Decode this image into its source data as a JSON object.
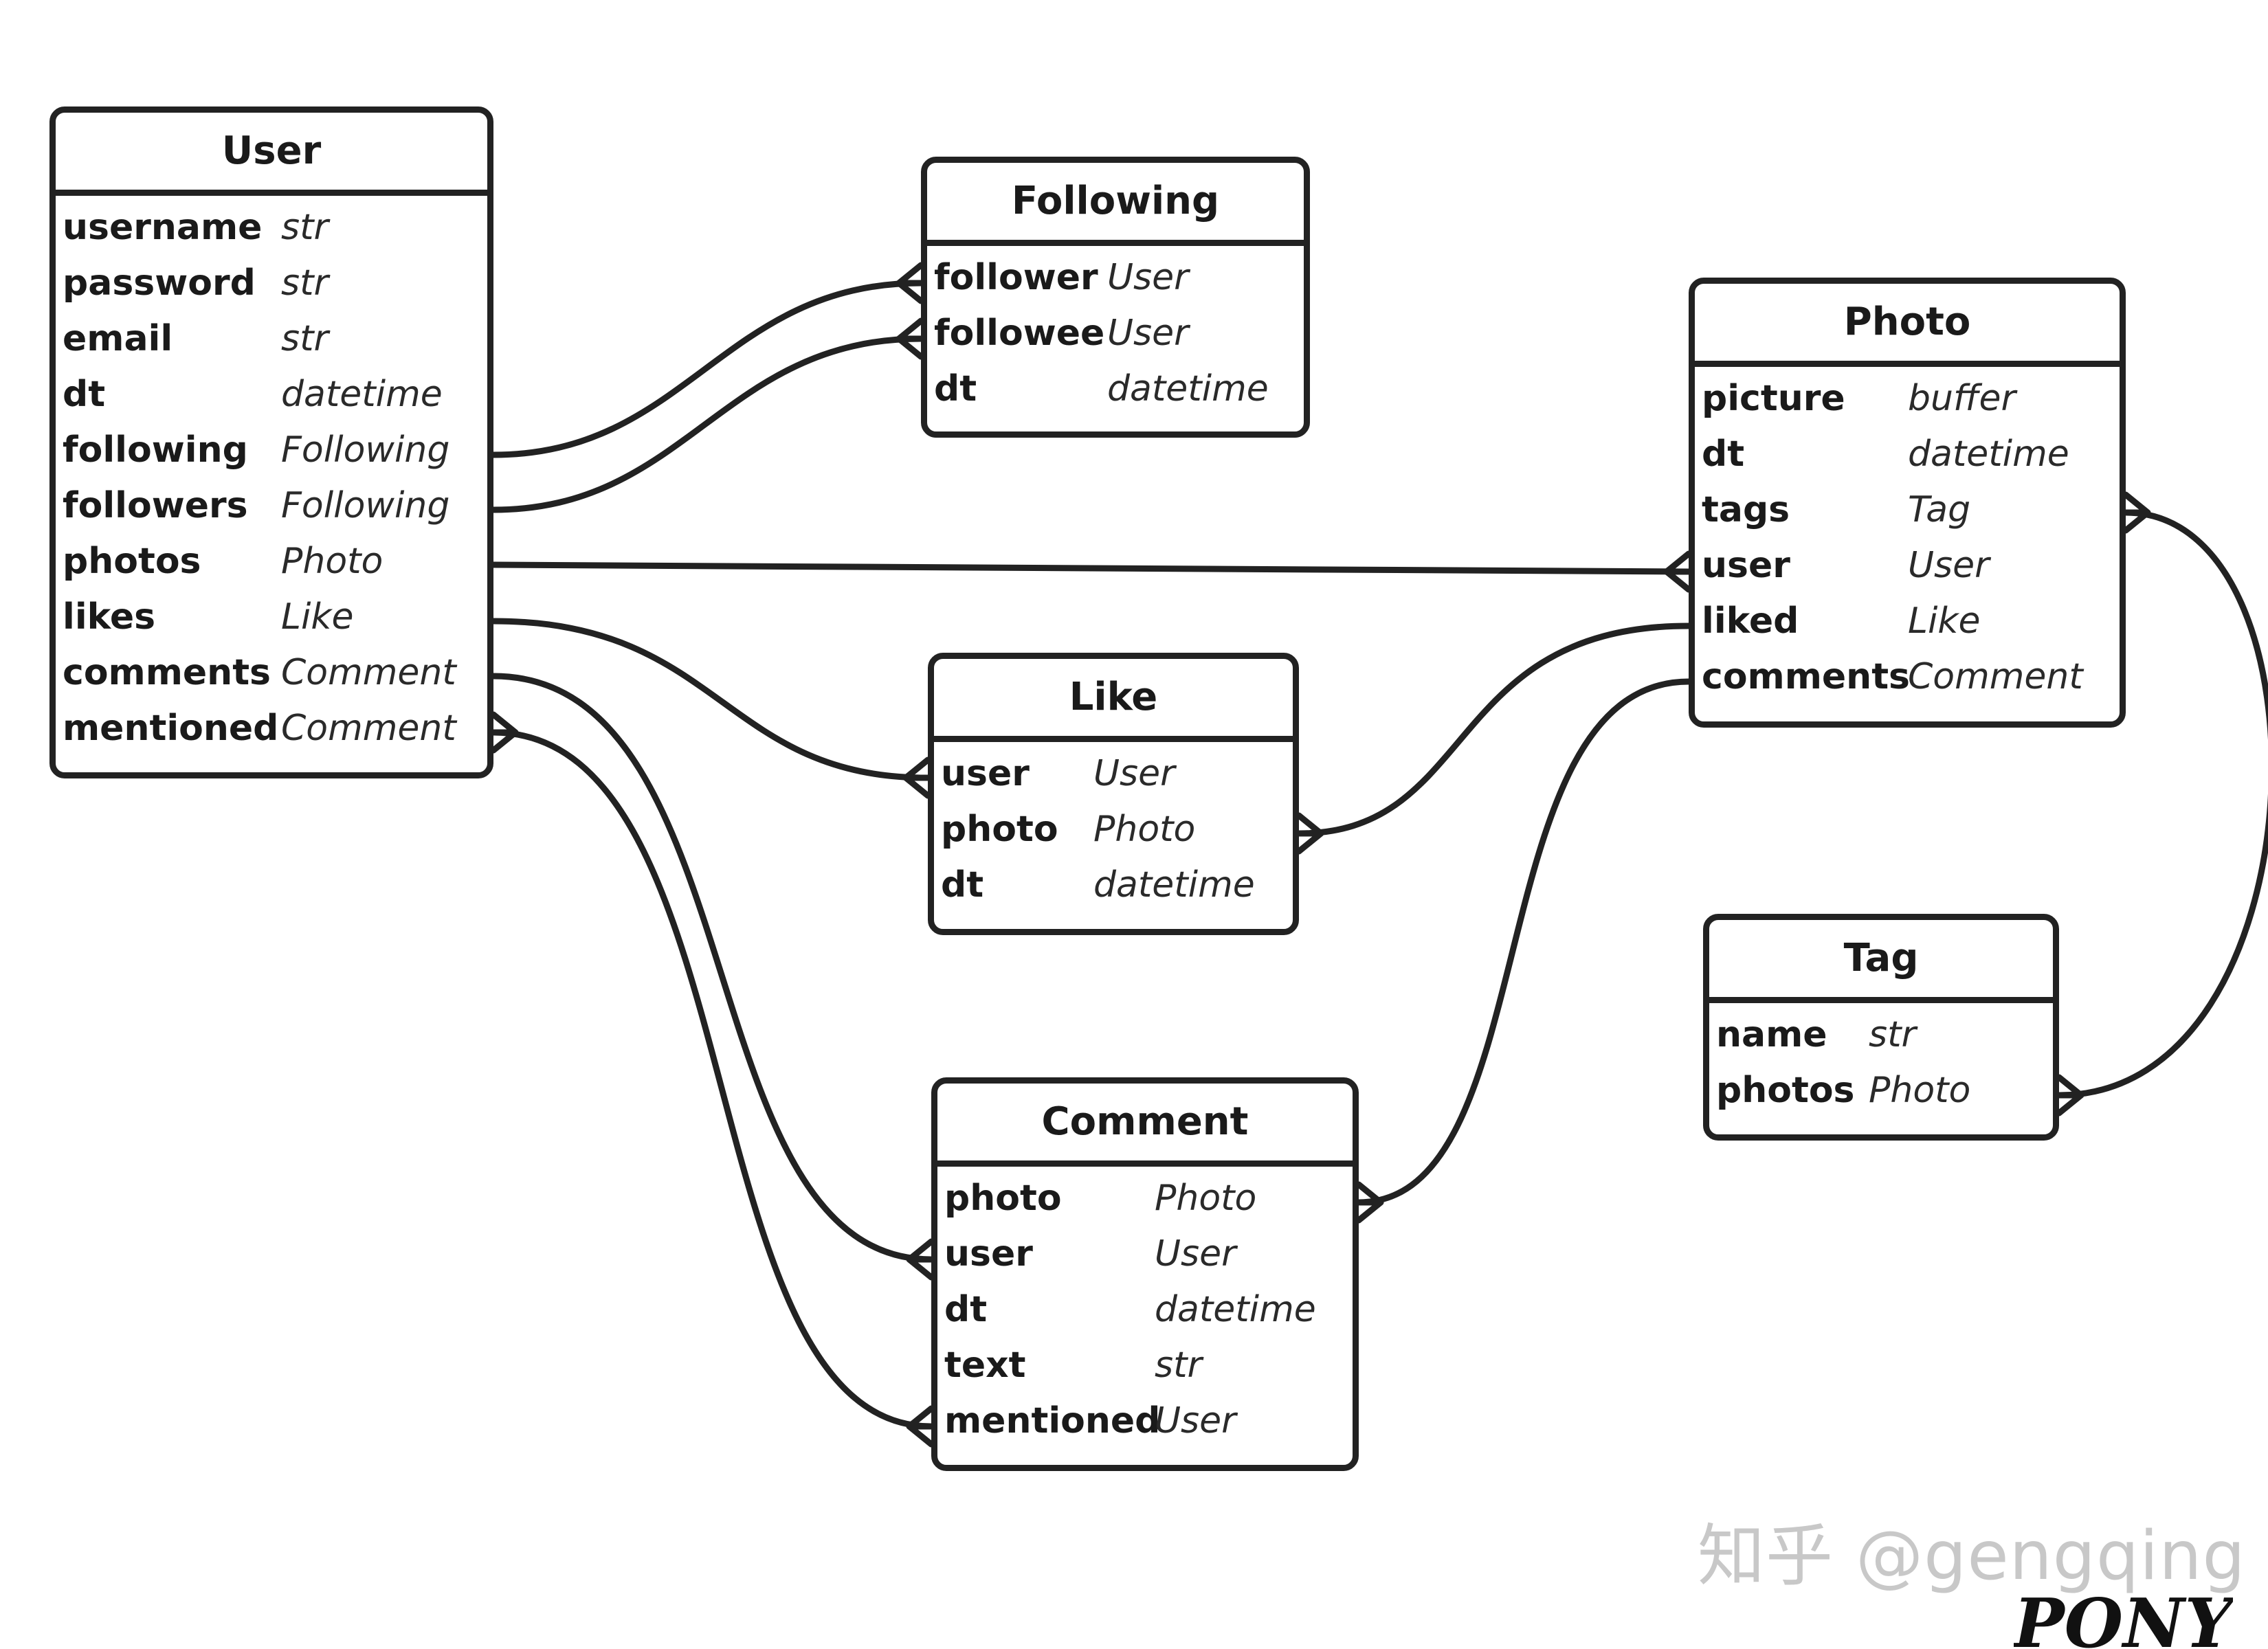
{
  "entities": {
    "user": {
      "name": "User",
      "attributes": [
        {
          "name": "username",
          "type": "str"
        },
        {
          "name": "password",
          "type": "str"
        },
        {
          "name": "email",
          "type": "str"
        },
        {
          "name": "dt",
          "type": "datetime"
        },
        {
          "name": "following",
          "type": "Following"
        },
        {
          "name": "followers",
          "type": "Following"
        },
        {
          "name": "photos",
          "type": "Photo"
        },
        {
          "name": "likes",
          "type": "Like"
        },
        {
          "name": "comments",
          "type": "Comment"
        },
        {
          "name": "mentioned",
          "type": "Comment"
        }
      ]
    },
    "following": {
      "name": "Following",
      "attributes": [
        {
          "name": "follower",
          "type": "User"
        },
        {
          "name": "followee",
          "type": "User"
        },
        {
          "name": "dt",
          "type": "datetime"
        }
      ]
    },
    "photo": {
      "name": "Photo",
      "attributes": [
        {
          "name": "picture",
          "type": "buffer"
        },
        {
          "name": "dt",
          "type": "datetime"
        },
        {
          "name": "tags",
          "type": "Tag"
        },
        {
          "name": "user",
          "type": "User"
        },
        {
          "name": "liked",
          "type": "Like"
        },
        {
          "name": "comments",
          "type": "Comment"
        }
      ]
    },
    "like": {
      "name": "Like",
      "attributes": [
        {
          "name": "user",
          "type": "User"
        },
        {
          "name": "photo",
          "type": "Photo"
        },
        {
          "name": "dt",
          "type": "datetime"
        }
      ]
    },
    "tag": {
      "name": "Tag",
      "attributes": [
        {
          "name": "name",
          "type": "str"
        },
        {
          "name": "photos",
          "type": "Photo"
        }
      ]
    },
    "comment": {
      "name": "Comment",
      "attributes": [
        {
          "name": "photo",
          "type": "Photo"
        },
        {
          "name": "user",
          "type": "User"
        },
        {
          "name": "dt",
          "type": "datetime"
        },
        {
          "name": "text",
          "type": "str"
        },
        {
          "name": "mentioned",
          "type": "User"
        }
      ]
    }
  },
  "relationships": [
    {
      "from": "User.following",
      "to": "Following.follower",
      "kind": "one-to-many"
    },
    {
      "from": "User.followers",
      "to": "Following.followee",
      "kind": "one-to-many"
    },
    {
      "from": "User.photos",
      "to": "Photo.user",
      "kind": "one-to-many"
    },
    {
      "from": "User.likes",
      "to": "Like.user",
      "kind": "one-to-many"
    },
    {
      "from": "User.comments",
      "to": "Comment.user",
      "kind": "one-to-many"
    },
    {
      "from": "User.mentioned",
      "to": "Comment.mentioned",
      "kind": "many-to-many"
    },
    {
      "from": "Photo.liked",
      "to": "Like.photo",
      "kind": "one-to-many"
    },
    {
      "from": "Photo.comments",
      "to": "Comment.photo",
      "kind": "one-to-many"
    },
    {
      "from": "Photo.tags",
      "to": "Tag.photos",
      "kind": "many-to-many"
    }
  ],
  "watermark": "知乎 @gengqing",
  "logo": "PONY",
  "colors": {
    "line": "#222222",
    "background": "#ffffff",
    "watermark": "#c8c8c8"
  }
}
